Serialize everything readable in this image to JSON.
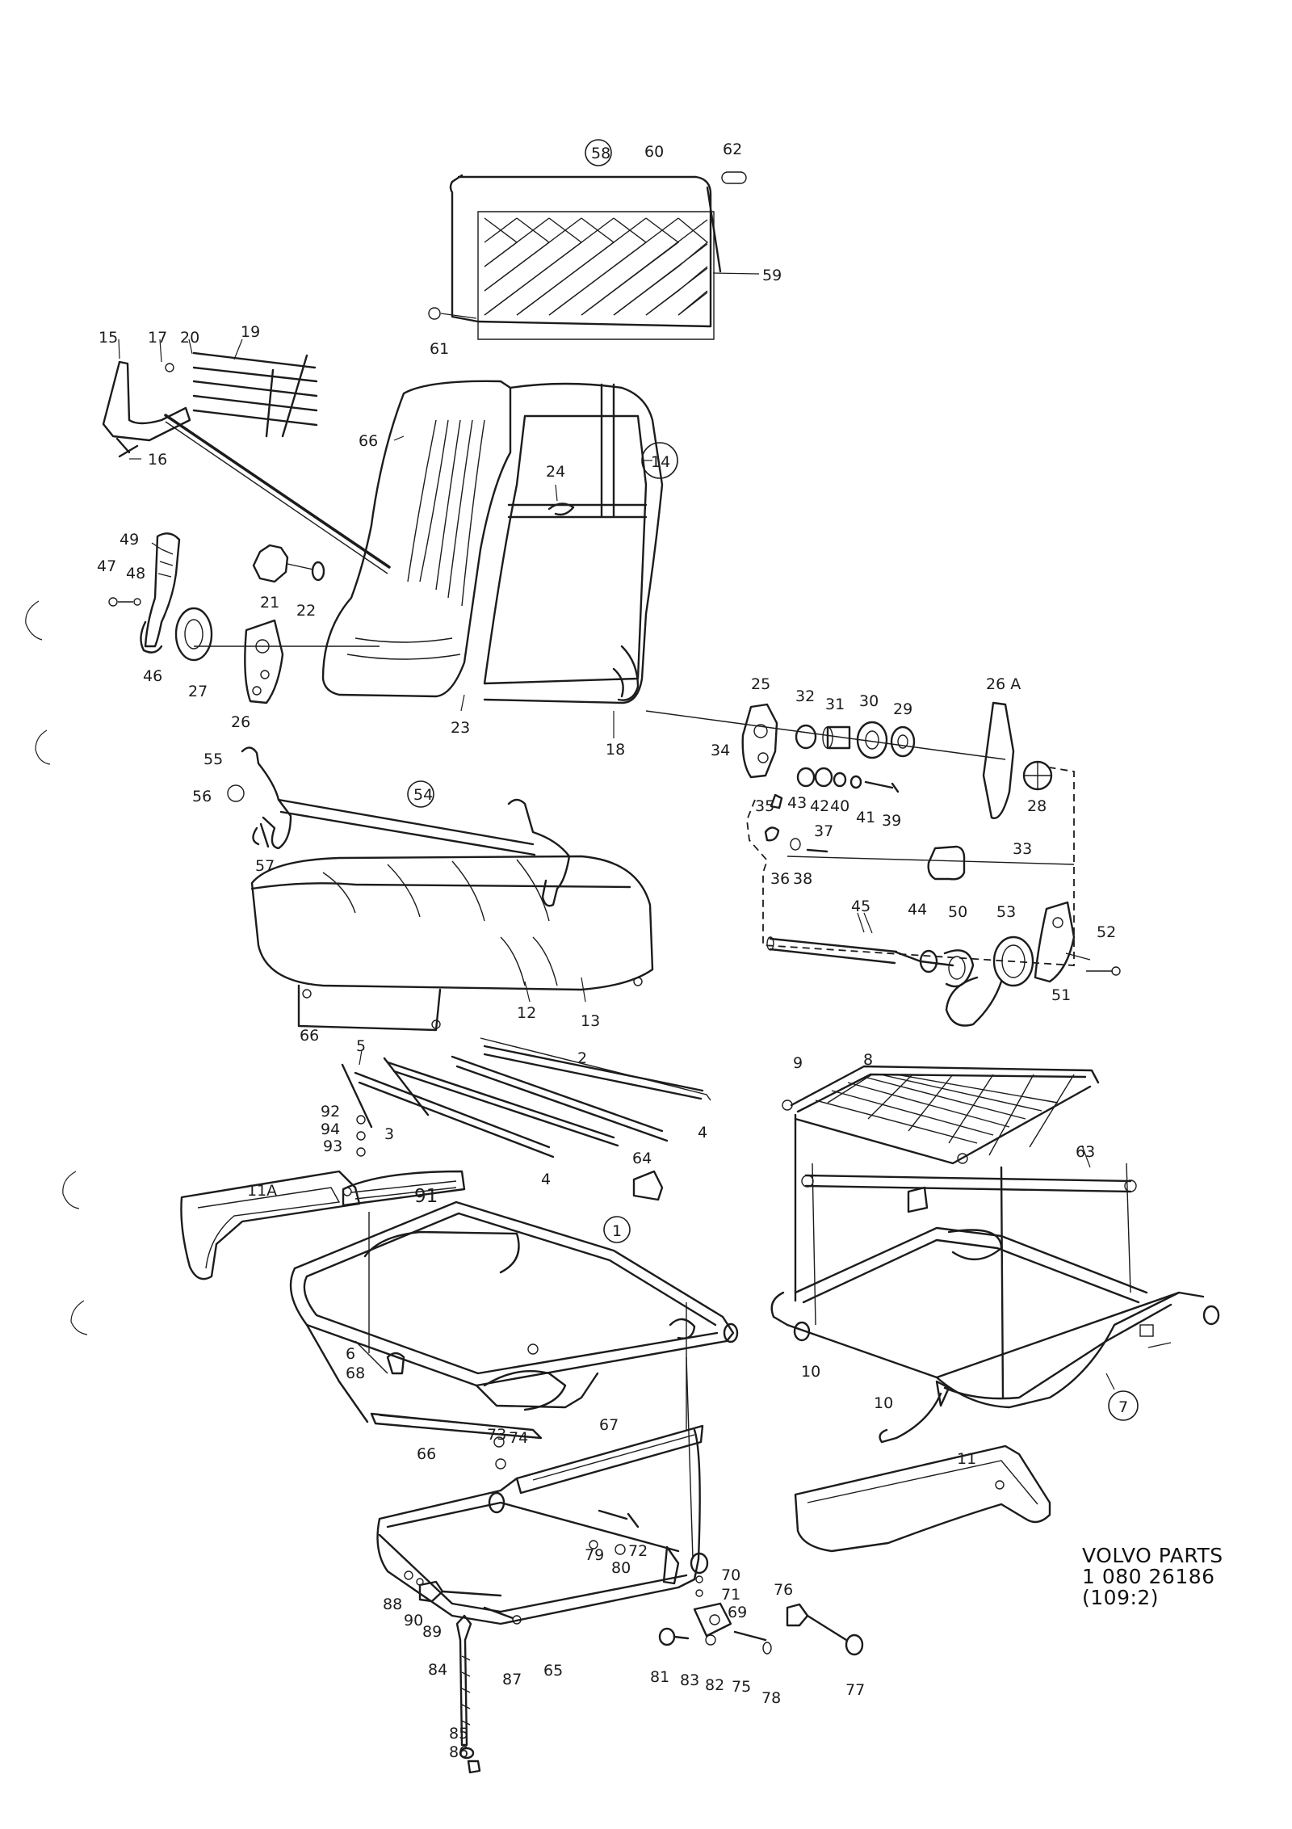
{
  "reference": {
    "line1": "VOLVO PARTS",
    "line2": "1 080 26186",
    "line3": "(109:2)"
  },
  "labels": {
    "n58": "58",
    "n60": "60",
    "n62": "62",
    "n59": "59",
    "n61": "61",
    "n15": "15",
    "n17": "17",
    "n20": "20",
    "n19": "19",
    "n16": "16",
    "n66a": "66",
    "n14": "14",
    "n24": "24",
    "n49": "49",
    "n47": "47",
    "n48": "48",
    "n46": "46",
    "n27": "27",
    "n26": "26",
    "n21": "21",
    "n22": "22",
    "n23": "23",
    "n18": "18",
    "n25": "25",
    "n32": "32",
    "n31": "31",
    "n30": "30",
    "n29": "29",
    "n26A": "26 A",
    "n34": "34",
    "n43": "43",
    "n42": "42",
    "n40": "40",
    "n41": "41",
    "n39": "39",
    "n28": "28",
    "n33": "33",
    "n35": "35",
    "n37": "37",
    "n36": "36",
    "n38": "38",
    "n44": "44",
    "n45": "45",
    "n50": "50",
    "n53": "53",
    "n52": "52",
    "n51": "51",
    "n55": "55",
    "n56": "56",
    "n54": "54",
    "n57": "57",
    "n66b": "66",
    "n12": "12",
    "n13": "13",
    "n5": "5",
    "n2": "2",
    "n92": "92",
    "n94": "94",
    "n93": "93",
    "n3": "3",
    "n4a": "4",
    "n4b": "4",
    "n11A": "11A",
    "n91": "91",
    "n64": "64",
    "n1": "1",
    "n9": "9",
    "n8": "8",
    "n63": "63",
    "n10a": "10",
    "n10b": "10",
    "n7": "7",
    "n11": "11",
    "n6": "6",
    "n68": "68",
    "n66c": "66",
    "n73": "73",
    "n74": "74",
    "n67": "67",
    "n72": "72",
    "n79": "79",
    "n80": "80",
    "n70": "70",
    "n71": "71",
    "n69": "69",
    "n88": "88",
    "n90": "90",
    "n89": "89",
    "n84": "84",
    "n87": "87",
    "n65": "65",
    "n81": "81",
    "n83": "83",
    "n82": "82",
    "n75": "75",
    "n78": "78",
    "n76": "76",
    "n77": "77",
    "n85": "85",
    "n86": "86"
  }
}
